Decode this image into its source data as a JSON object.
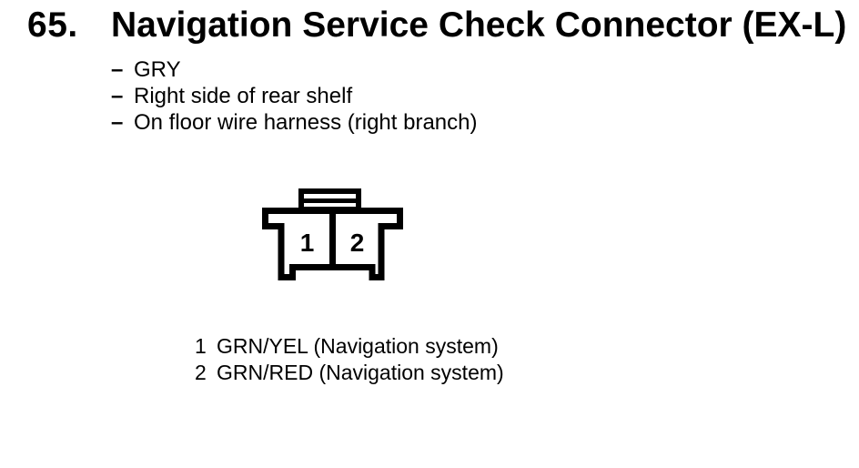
{
  "page": {
    "section_number": "65.",
    "title": "Navigation Service Check Connector (EX-L)",
    "bullet_char": "–",
    "details": [
      "GRY",
      "Right side of rear shelf",
      "On floor wire harness (right branch)"
    ]
  },
  "connector": {
    "cavity_labels": [
      "1",
      "2"
    ]
  },
  "pin_list": [
    {
      "pin": "1",
      "label": "GRN/YEL (Navigation system)"
    },
    {
      "pin": "2",
      "label": "GRN/RED (Navigation system)"
    }
  ],
  "colors": {
    "ink": "#000000",
    "paper": "#ffffff"
  }
}
